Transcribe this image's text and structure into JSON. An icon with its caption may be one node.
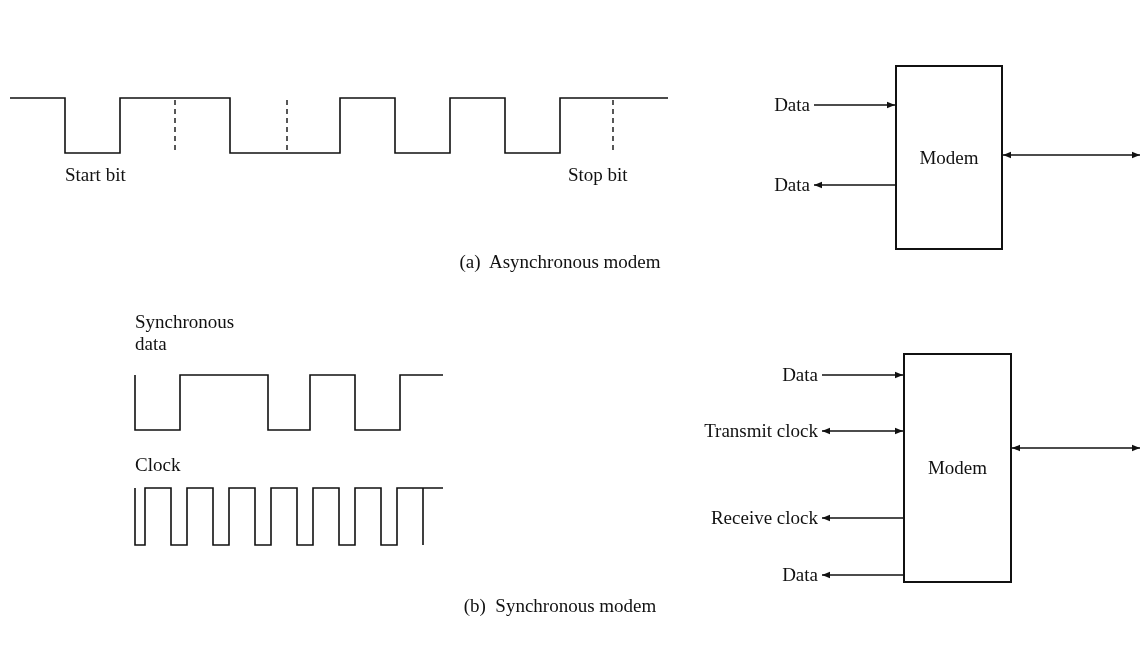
{
  "diagram": {
    "nodes": [
      {
        "text": [
          "Data"
        ]
      },
      {
        "text": [
          "Modem"
        ]
      },
      {
        "text": [
          "Data"
        ]
      },
      {
        "text": [
          "Data"
        ]
      },
      {
        "text": [
          "Transmit clock"
        ]
      },
      {
        "text": [
          "Modem"
        ]
      },
      {
        "text": [
          "Receive clock"
        ]
      },
      {
        "text": [
          "Data"
        ]
      }
    ],
    "edges": [
      {
        "from": 0,
        "to": 1,
        "arrow": "to"
      },
      {
        "from": 1,
        "to": 2,
        "arrow": "to"
      },
      {
        "from": 1,
        "to": null,
        "arrow": "both"
      },
      {
        "from": 3,
        "to": 5,
        "arrow": "to"
      },
      {
        "from": 4,
        "to": 5,
        "arrow": "both"
      },
      {
        "from": 5,
        "to": 6,
        "arrow": "to"
      },
      {
        "from": 5,
        "to": 7,
        "arrow": "to"
      },
      {
        "from": 5,
        "to": null,
        "arrow": "both"
      }
    ],
    "labels": [
      "Start bit",
      "Stop bit",
      "(a)  Asynchronous modem",
      "Synchronous data",
      "Clock",
      "(b)  Synchronous modem"
    ]
  }
}
